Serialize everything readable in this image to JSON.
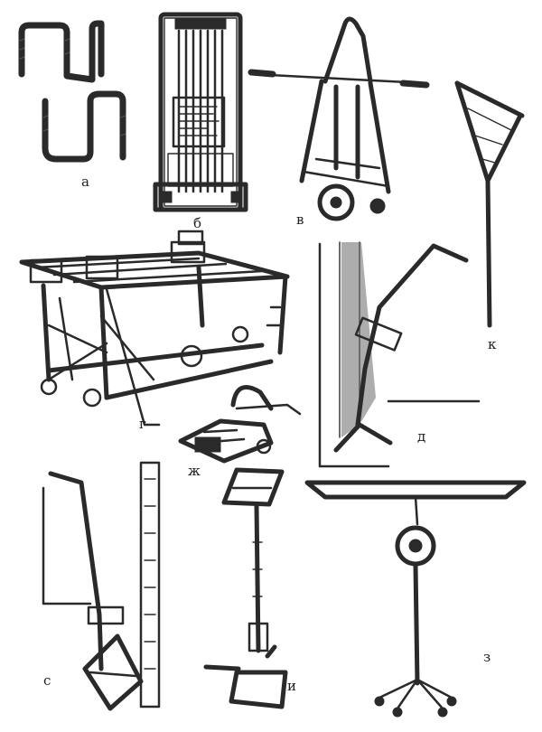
{
  "labels": {
    "a": "а",
    "b": "б",
    "v": "в",
    "g": "г",
    "d": "д",
    "zh": "ж",
    "z": "з",
    "i": "и",
    "k": "к",
    "s": "с"
  },
  "colors": {
    "ink": "#2a2a2a",
    "paper": "#ffffff"
  }
}
